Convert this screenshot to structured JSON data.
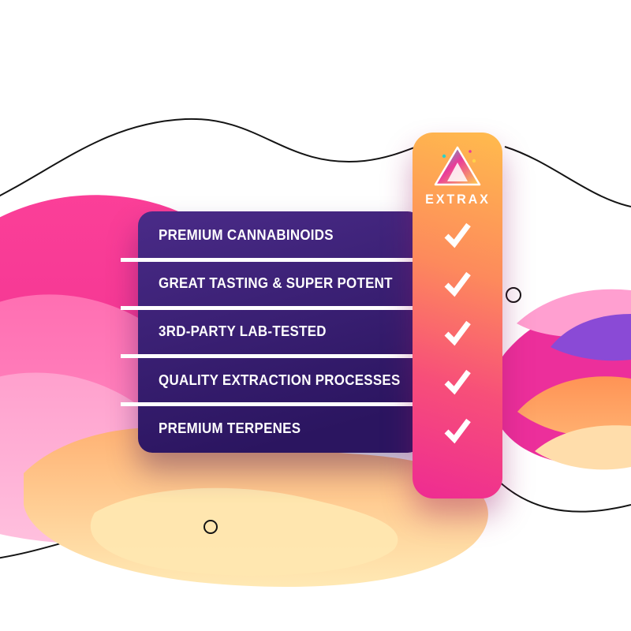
{
  "brand": {
    "name": "EXTRAX"
  },
  "features": [
    {
      "label": "PREMIUM CANNABINOIDS",
      "checked": true
    },
    {
      "label": "GREAT TASTING & SUPER POTENT",
      "checked": true
    },
    {
      "label": "3RD-PARTY LAB-TESTED",
      "checked": true
    },
    {
      "label": "QUALITY EXTRACTION PROCESSES",
      "checked": true
    },
    {
      "label": "PREMIUM TERPENES",
      "checked": true
    }
  ],
  "icons": {
    "logo": "extrax-triangle-logo",
    "check": "check-icon"
  },
  "colors": {
    "panel_top": "#4a2b88",
    "panel_bottom": "#2b1560",
    "column_top": "#ffbb4d",
    "column_bottom": "#ee2b92",
    "separator": "#ffffff",
    "check": "#ffffff",
    "magenta_wave": "#f0358f",
    "pink_wave": "#ff7ab8",
    "light_pink_wave": "#ffa6d0",
    "peach_wave": "#ffc488",
    "yellow_wave": "#ffe7b0",
    "orange_wave": "#ff8a55",
    "purple_accent": "#8a4ad6",
    "outline": "#141414"
  }
}
